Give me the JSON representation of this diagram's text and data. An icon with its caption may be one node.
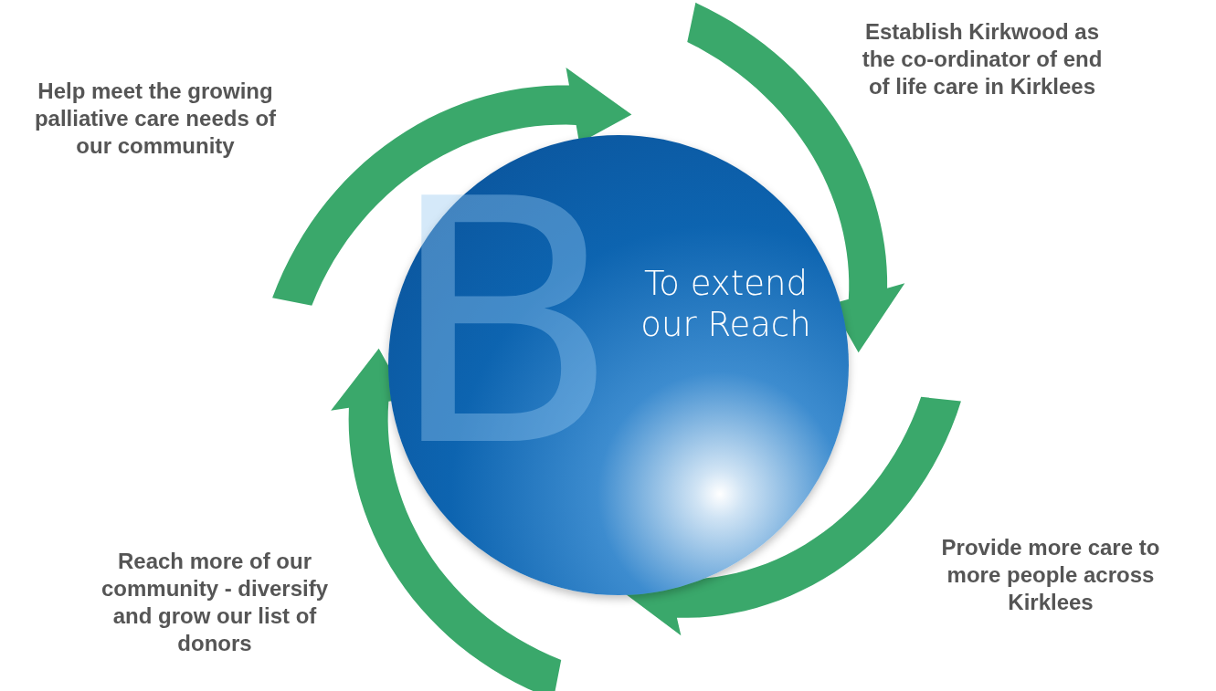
{
  "diagram": {
    "nodes": [
      {
        "text": [
          "To extend our Reach"
        ]
      }
    ],
    "labels": [
      "Establish Kirkwood as the co-ordinator of end of life care in Kirklees",
      "Help meet the growing palliative care needs of our community",
      "B",
      "Provide more care to more people across Kirklees",
      "Reach more of our community - diversify and grow our list of donors"
    ]
  }
}
